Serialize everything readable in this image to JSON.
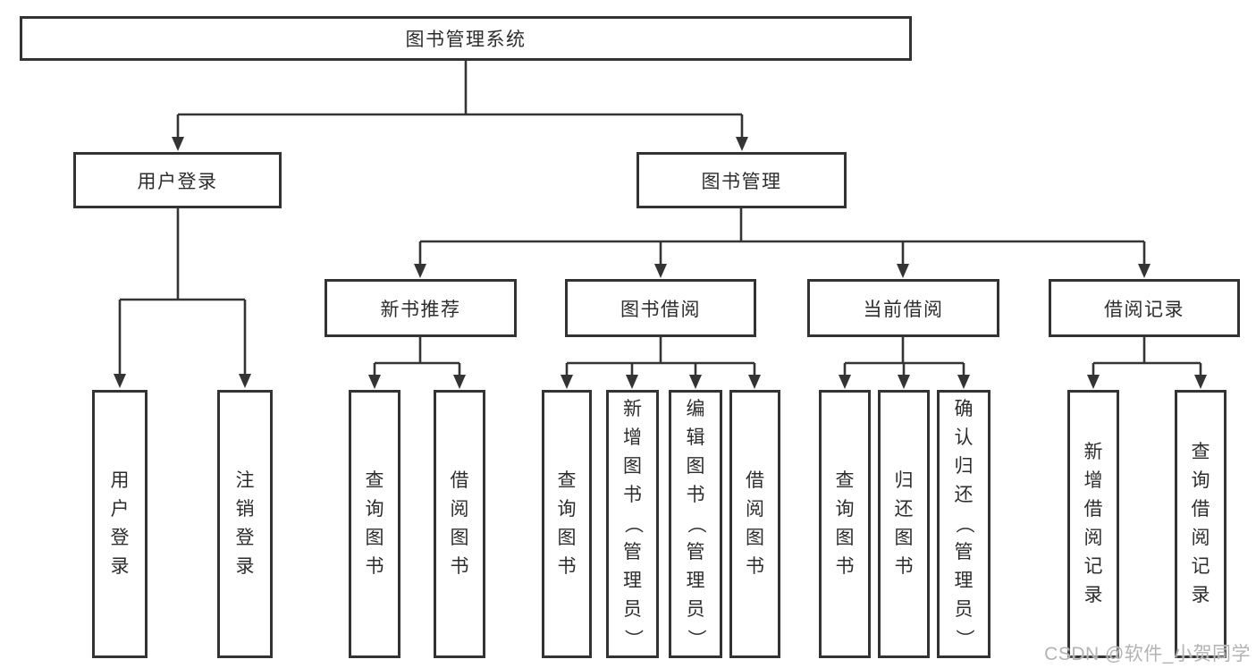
{
  "colors": {
    "border": "#333333",
    "line": "#343434",
    "watermark": "#b3b3b3"
  },
  "tree": {
    "root": "图书管理系统",
    "children": [
      {
        "label": "用户登录",
        "children": [
          {
            "label": "用户登录"
          },
          {
            "label": "注销登录"
          }
        ]
      },
      {
        "label": "图书管理",
        "children": [
          {
            "label": "新书推荐",
            "children": [
              {
                "label": "查询图书"
              },
              {
                "label": "借阅图书"
              }
            ]
          },
          {
            "label": "图书借阅",
            "children": [
              {
                "label": "查询图书"
              },
              {
                "label": "新增图书（管理员）"
              },
              {
                "label": "编辑图书（管理员）"
              },
              {
                "label": "借阅图书"
              }
            ]
          },
          {
            "label": "当前借阅",
            "children": [
              {
                "label": "查询图书"
              },
              {
                "label": "归还图书"
              },
              {
                "label": "确认归还（管理员）"
              }
            ]
          },
          {
            "label": "借阅记录",
            "children": [
              {
                "label": "新增借阅记录"
              },
              {
                "label": "查询借阅记录"
              }
            ]
          }
        ]
      }
    ]
  },
  "watermark": {
    "text": "CSDN @软件_小贺同学"
  }
}
